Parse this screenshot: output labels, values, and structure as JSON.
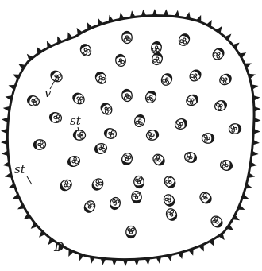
{
  "figure": {
    "panel_letter": "D",
    "labels": {
      "vessel": "v",
      "strand_inner": "st",
      "strand_outer": "st"
    }
  },
  "colors": {
    "ink": "#1a1a1a",
    "paper": "#ffffff"
  }
}
